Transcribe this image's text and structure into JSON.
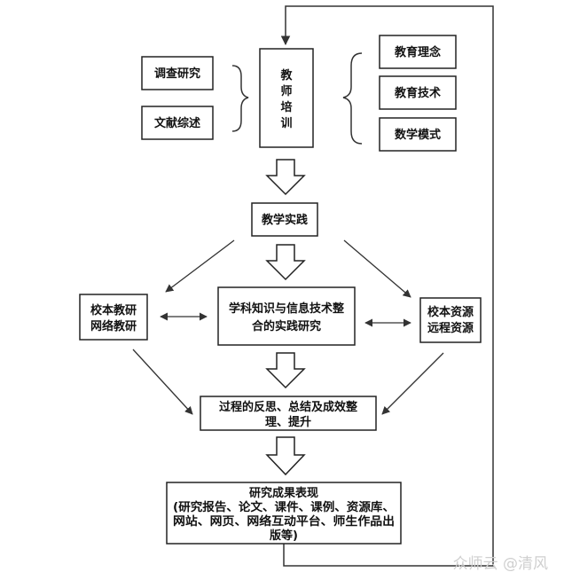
{
  "nodes": {
    "survey": "调查研究",
    "literature": "文献综述",
    "teacher_training": [
      "教",
      "师",
      "培",
      "训"
    ],
    "edu_concept": "教育理念",
    "edu_tech": "教育技术",
    "math_model": "数学模式",
    "teaching_practice": "教学实践",
    "school_research": [
      "校本教研",
      "网络教研"
    ],
    "integration_research": [
      "学科知识与信息技术整",
      "合的实践研究"
    ],
    "school_resources": [
      "校本资源",
      "远程资源"
    ],
    "reflection": [
      "过程的反思、总结及成效整",
      "理、提升"
    ],
    "results": [
      "研究成果表现",
      "(研究报告、论文、课件、课例、资源库、",
      "网站、网页、网络互动平台、师生作品出",
      "版等)"
    ]
  },
  "watermark": "众师云 @清风"
}
